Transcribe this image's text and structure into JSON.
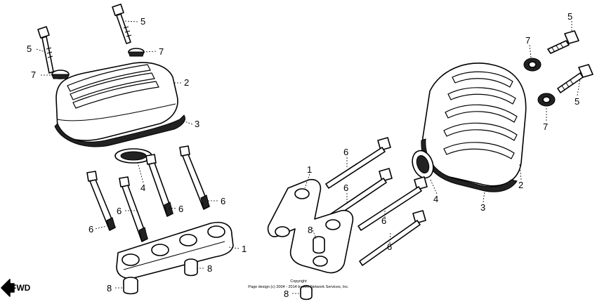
{
  "diagram": {
    "callouts": {
      "c1_left": "1",
      "c1_right": "1",
      "c2_left": "2",
      "c2_right": "2",
      "c3_left": "3",
      "c3_right": "3",
      "c4_left": "4",
      "c4_right": "4",
      "c5_left_a": "5",
      "c5_left_b": "5",
      "c5_right_a": "5",
      "c5_right_b": "5",
      "c6_l1": "6",
      "c6_l2": "6",
      "c6_l3": "6",
      "c6_l4": "6",
      "c6_r1": "6",
      "c6_r2": "6",
      "c6_r3": "6",
      "c6_r4": "6",
      "c7_left_a": "7",
      "c7_left_b": "7",
      "c7_right_a": "7",
      "c7_right_b": "7",
      "c8_l1": "8",
      "c8_l2": "8",
      "c8_r1": "8",
      "c8_r2": "8"
    },
    "fwd_label": "FWD",
    "copyright_line1": "Copyright",
    "copyright_line2": "Page design (c) 2004 - 2014 by ARI Network Services, Inc."
  }
}
